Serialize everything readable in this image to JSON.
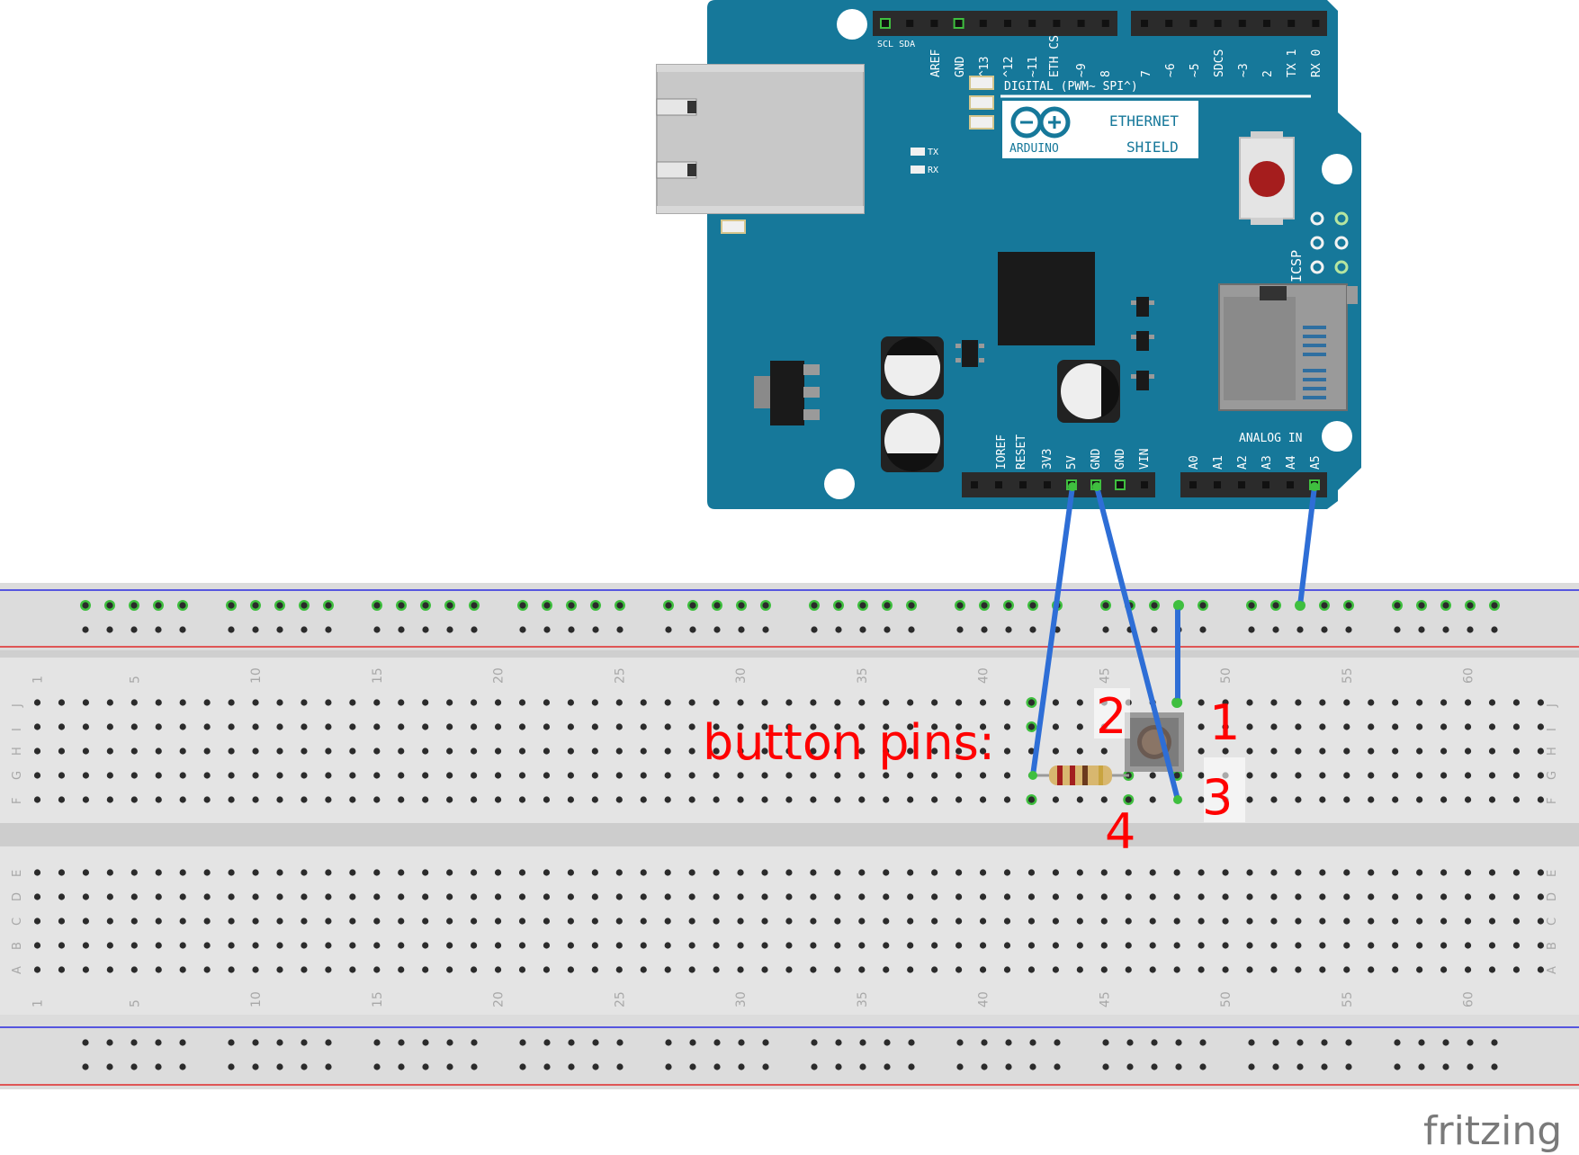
{
  "board": {
    "logo_text": "ARDUINO",
    "title_line1": "ETHERNET",
    "title_line2": "SHIELD",
    "digital_label": "DIGITAL (PWM~ SPI^)",
    "analog_label": "ANALOG IN",
    "icsp_label": "ICSP",
    "tx_label": "TX",
    "rx_label": "RX",
    "top_pins_left": [
      "SCL SDA",
      "AREF",
      "GND",
      "^13",
      "^12",
      "~11",
      "ETH CS",
      "~9",
      "8"
    ],
    "top_pins_right": [
      "7",
      "~6",
      "~5",
      "SDCS",
      "~3",
      "2",
      "TX 1",
      "RX 0"
    ],
    "power_pins": [
      "IOREF",
      "RESET",
      "3V3",
      "5V",
      "GND",
      "GND",
      "VIN"
    ],
    "analog_pins": [
      "A0",
      "A1",
      "A2",
      "A3",
      "A4",
      "A5"
    ]
  },
  "breadboard": {
    "rows_top": [
      "J",
      "I",
      "H",
      "G",
      "F"
    ],
    "rows_bottom": [
      "E",
      "D",
      "C",
      "B",
      "A"
    ],
    "column_numbers": [
      "1",
      "5",
      "10",
      "15",
      "20",
      "25",
      "30",
      "35",
      "40",
      "45",
      "50",
      "55",
      "60"
    ]
  },
  "annotations": {
    "title": "button pins:",
    "pin1": "1",
    "pin2": "2",
    "pin3": "3",
    "pin4": "4"
  },
  "watermark": "fritzing",
  "colors": {
    "board": "#16789a",
    "wire": "#2e6ed6",
    "label_red": "#ff0000",
    "connected_hole": "#3fbf3f",
    "rail_blue": "#2a2ae0",
    "rail_red": "#e02a2a"
  }
}
